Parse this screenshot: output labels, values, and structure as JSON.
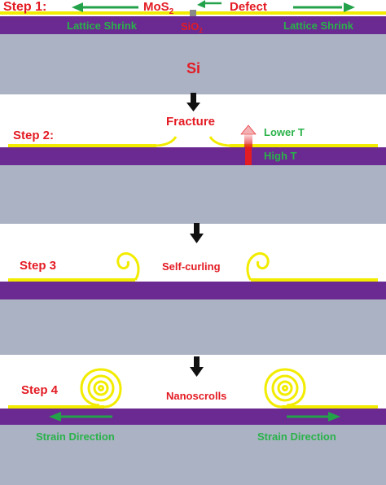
{
  "colors": {
    "si": "#aab2c3",
    "sio2": "#6a2a91",
    "mos2": "#f2ec00",
    "red_text": "#e31b23",
    "green_text": "#2ab24a",
    "arrow_green": "#23a24a",
    "arrow_black": "#111111",
    "heat_red": "#e31b23"
  },
  "step1": {
    "label": "Step 1:",
    "mos2_main": "MoS",
    "mos2_sub": "2",
    "defect": "Defect",
    "sio2_main": "SiO",
    "sio2_sub": "2",
    "shrink_left": "Lattice Shrink",
    "shrink_right": "Lattice Shrink",
    "si": "Si"
  },
  "step2": {
    "label": "Step 2:",
    "fracture": "Fracture",
    "lower_t": "Lower T",
    "high_t": "High T"
  },
  "step3": {
    "label": "Step 3",
    "self_curling": "Self-curling"
  },
  "step4": {
    "label": "Step 4",
    "nanoscrolls": "Nanoscrolls",
    "strain_left": "Strain Direction",
    "strain_right": "Strain Direction"
  }
}
